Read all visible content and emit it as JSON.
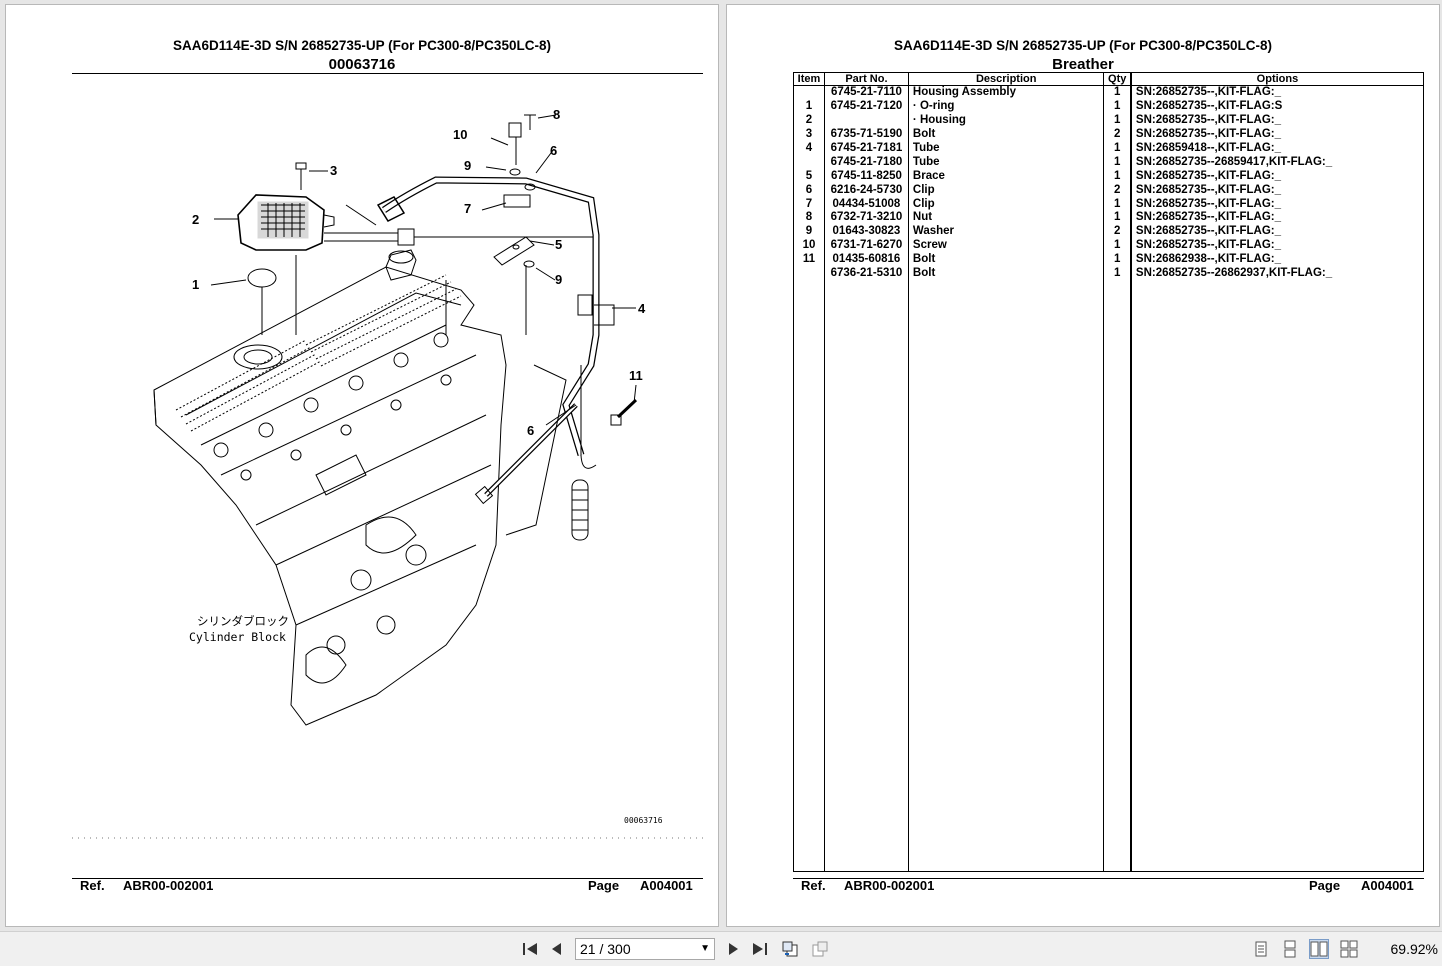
{
  "left_page": {
    "title": "SAA6D114E-3D S/N 26852735-UP (For PC300-8/PC350LC-8)",
    "subtitle": "00063716",
    "callouts": [
      "8",
      "10",
      "6",
      "3",
      "9",
      "7",
      "2",
      "5",
      "1",
      "9",
      "4",
      "11",
      "6"
    ],
    "label_jp": "シリンダブロック",
    "label_en": "Cylinder Block",
    "drawing_no": "00063716",
    "ref_label": "Ref.",
    "ref_value": "ABR00-002001",
    "page_label": "Page",
    "page_value": "A004001"
  },
  "right_page": {
    "title": "SAA6D114E-3D S/N 26852735-UP (For PC300-8/PC350LC-8)",
    "subtitle": "Breather",
    "columns": [
      "Item",
      "Part No.",
      "Description",
      "Qty",
      "Options"
    ],
    "rows": [
      {
        "item": "",
        "part": "6745-21-7110",
        "desc": "Housing Assembly",
        "qty": "1",
        "opt": "SN:26852735--,KIT-FLAG:_"
      },
      {
        "item": "1",
        "part": "6745-21-7120",
        "desc": "·  O-ring",
        "qty": "1",
        "opt": "SN:26852735--,KIT-FLAG:S"
      },
      {
        "item": "2",
        "part": "",
        "desc": "·  Housing",
        "qty": "1",
        "opt": "SN:26852735--,KIT-FLAG:_"
      },
      {
        "item": "3",
        "part": "6735-71-5190",
        "desc": "Bolt",
        "qty": "2",
        "opt": "SN:26852735--,KIT-FLAG:_"
      },
      {
        "item": "4",
        "part": "6745-21-7181",
        "desc": "Tube",
        "qty": "1",
        "opt": "SN:26859418--,KIT-FLAG:_"
      },
      {
        "item": "",
        "part": "6745-21-7180",
        "desc": "Tube",
        "qty": "1",
        "opt": "SN:26852735--26859417,KIT-FLAG:_"
      },
      {
        "item": "5",
        "part": "6745-11-8250",
        "desc": "Brace",
        "qty": "1",
        "opt": "SN:26852735--,KIT-FLAG:_"
      },
      {
        "item": "6",
        "part": "6216-24-5730",
        "desc": "Clip",
        "qty": "2",
        "opt": "SN:26852735--,KIT-FLAG:_"
      },
      {
        "item": "7",
        "part": "04434-51008",
        "desc": "Clip",
        "qty": "1",
        "opt": "SN:26852735--,KIT-FLAG:_"
      },
      {
        "item": "8",
        "part": "6732-71-3210",
        "desc": "Nut",
        "qty": "1",
        "opt": "SN:26852735--,KIT-FLAG:_"
      },
      {
        "item": "9",
        "part": "01643-30823",
        "desc": "Washer",
        "qty": "2",
        "opt": "SN:26852735--,KIT-FLAG:_"
      },
      {
        "item": "10",
        "part": "6731-71-6270",
        "desc": "Screw",
        "qty": "1",
        "opt": "SN:26852735--,KIT-FLAG:_"
      },
      {
        "item": "11",
        "part": "01435-60816",
        "desc": "Bolt",
        "qty": "1",
        "opt": "SN:26862938--,KIT-FLAG:_"
      },
      {
        "item": "",
        "part": "6736-21-5310",
        "desc": "Bolt",
        "qty": "1",
        "opt": "SN:26852735--26862937,KIT-FLAG:_"
      }
    ],
    "ref_label": "Ref.",
    "ref_value": "ABR00-002001",
    "page_label": "Page",
    "page_value": "A004001"
  },
  "toolbar": {
    "page_indicator": "21 / 300",
    "zoom": "69.92%"
  },
  "icons": [
    "first-page-icon",
    "prev-page-icon",
    "next-page-icon",
    "last-page-icon",
    "previous-view-icon",
    "next-view-icon",
    "single-page-icon",
    "continuous-icon",
    "facing-icon",
    "continuous-facing-icon"
  ]
}
